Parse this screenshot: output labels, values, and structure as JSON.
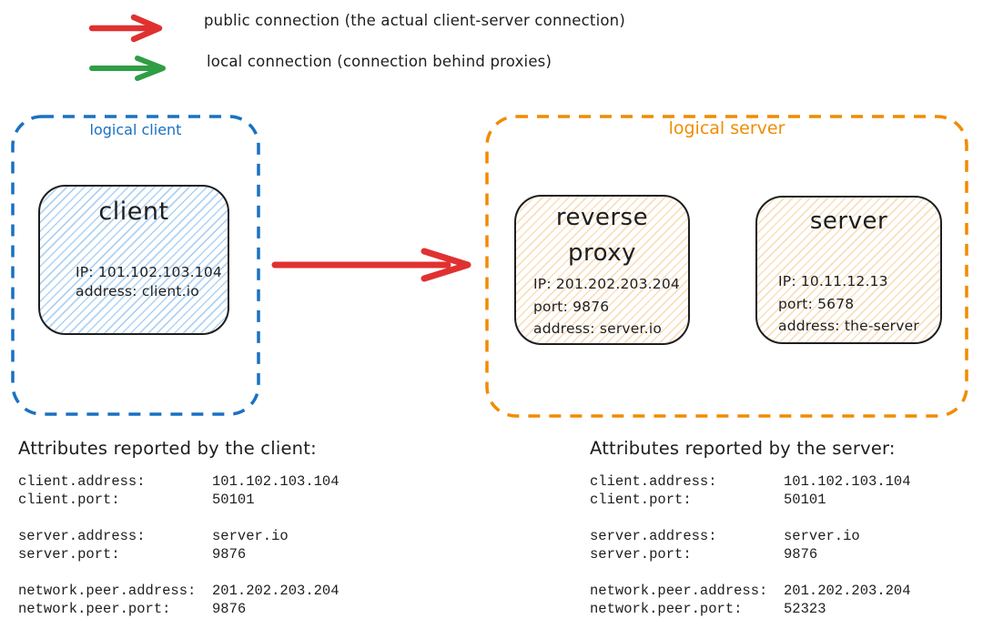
{
  "legend": {
    "items": [
      {
        "name": "public-connection",
        "arrow_color": "#e03131",
        "label": "public connection (the actual client-server connection)"
      },
      {
        "name": "local-connection",
        "arrow_color": "#2f9e44",
        "label": "local connection (connection behind proxies)"
      }
    ]
  },
  "diagram": {
    "logical_client": {
      "label": "logical client",
      "border_color": "#1971c2",
      "client_node": {
        "title": "client",
        "fill_color": "#a5d8ff",
        "lines": [
          "IP: 101.102.103.104",
          "address: client.io"
        ]
      }
    },
    "public_arrow": {
      "color": "#e03131"
    },
    "logical_server": {
      "label": "logical server",
      "border_color": "#f08c00",
      "reverse_proxy_node": {
        "title": "reverse proxy",
        "fill_color": "#ffd8a8",
        "lines": [
          "IP: 201.202.203.204",
          "port: 9876",
          "address: server.io"
        ]
      },
      "server_node": {
        "title": "server",
        "fill_color": "#ffd8a8",
        "lines": [
          "IP: 10.11.12.13",
          "port: 5678",
          "address: the-server"
        ]
      }
    }
  },
  "attributes": {
    "client": {
      "heading": "Attributes reported by the client:",
      "rows": [
        {
          "key": "client.address:",
          "value": "101.102.103.104"
        },
        {
          "key": "client.port:",
          "value": "50101"
        },
        {
          "key": "server.address:",
          "value": "server.io"
        },
        {
          "key": "server.port:",
          "value": "9876"
        },
        {
          "key": "network.peer.address:",
          "value": "201.202.203.204"
        },
        {
          "key": "network.peer.port:",
          "value": "9876"
        }
      ]
    },
    "server": {
      "heading": "Attributes reported by the server:",
      "rows": [
        {
          "key": "client.address:",
          "value": "101.102.103.104"
        },
        {
          "key": "client.port:",
          "value": "50101"
        },
        {
          "key": "server.address:",
          "value": "server.io"
        },
        {
          "key": "server.port:",
          "value": "9876"
        },
        {
          "key": "network.peer.address:",
          "value": "201.202.203.204"
        },
        {
          "key": "network.peer.port:",
          "value": "52323"
        }
      ]
    }
  }
}
